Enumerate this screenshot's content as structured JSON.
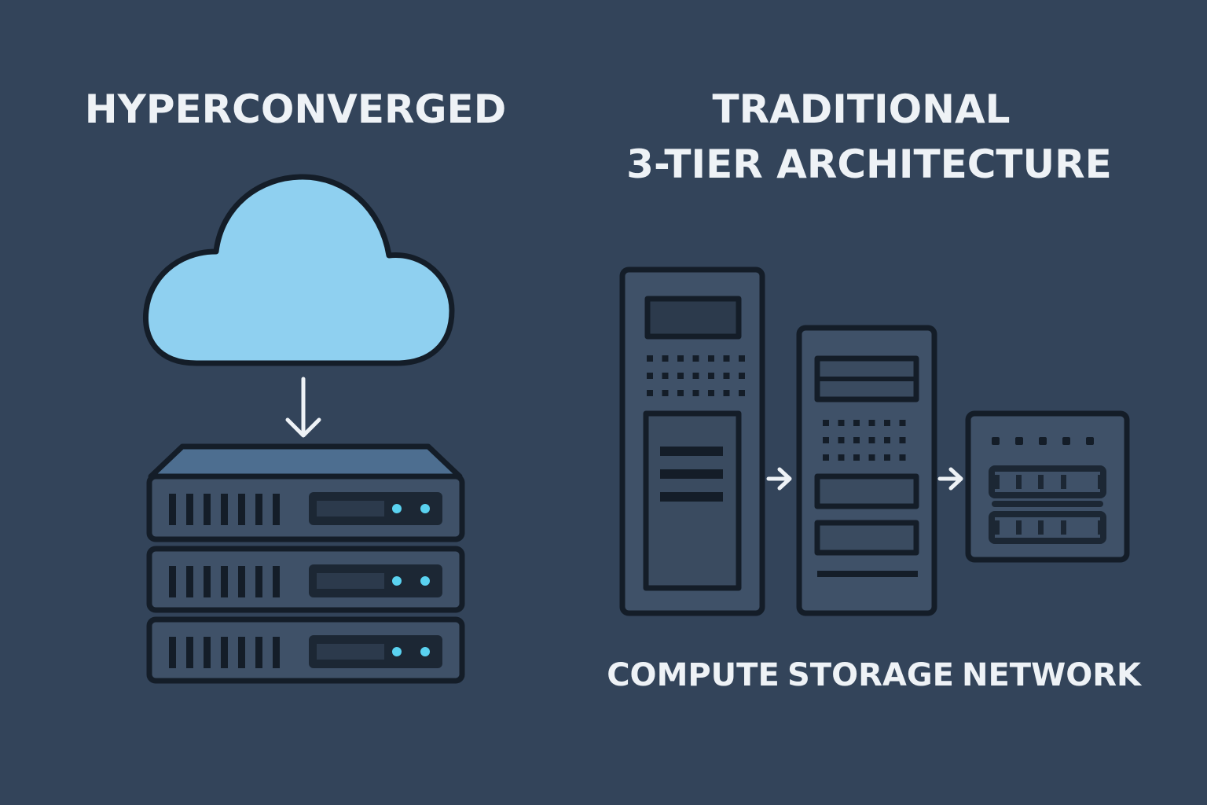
{
  "left": {
    "title": "HYPERCONVERGED",
    "server_count": 3
  },
  "right": {
    "title_line1": "TRADITIONAL",
    "title_line2": "3-TIER ARCHITECTURE",
    "labels": {
      "compute": "COMPUTE",
      "storage": "STORAGE",
      "network": "NETWORK"
    }
  },
  "colors": {
    "background": "#33445a",
    "cloud": "#8fd0f0",
    "led": "#5ad2f0",
    "panel": "#3f5168",
    "outline": "#141d28"
  }
}
